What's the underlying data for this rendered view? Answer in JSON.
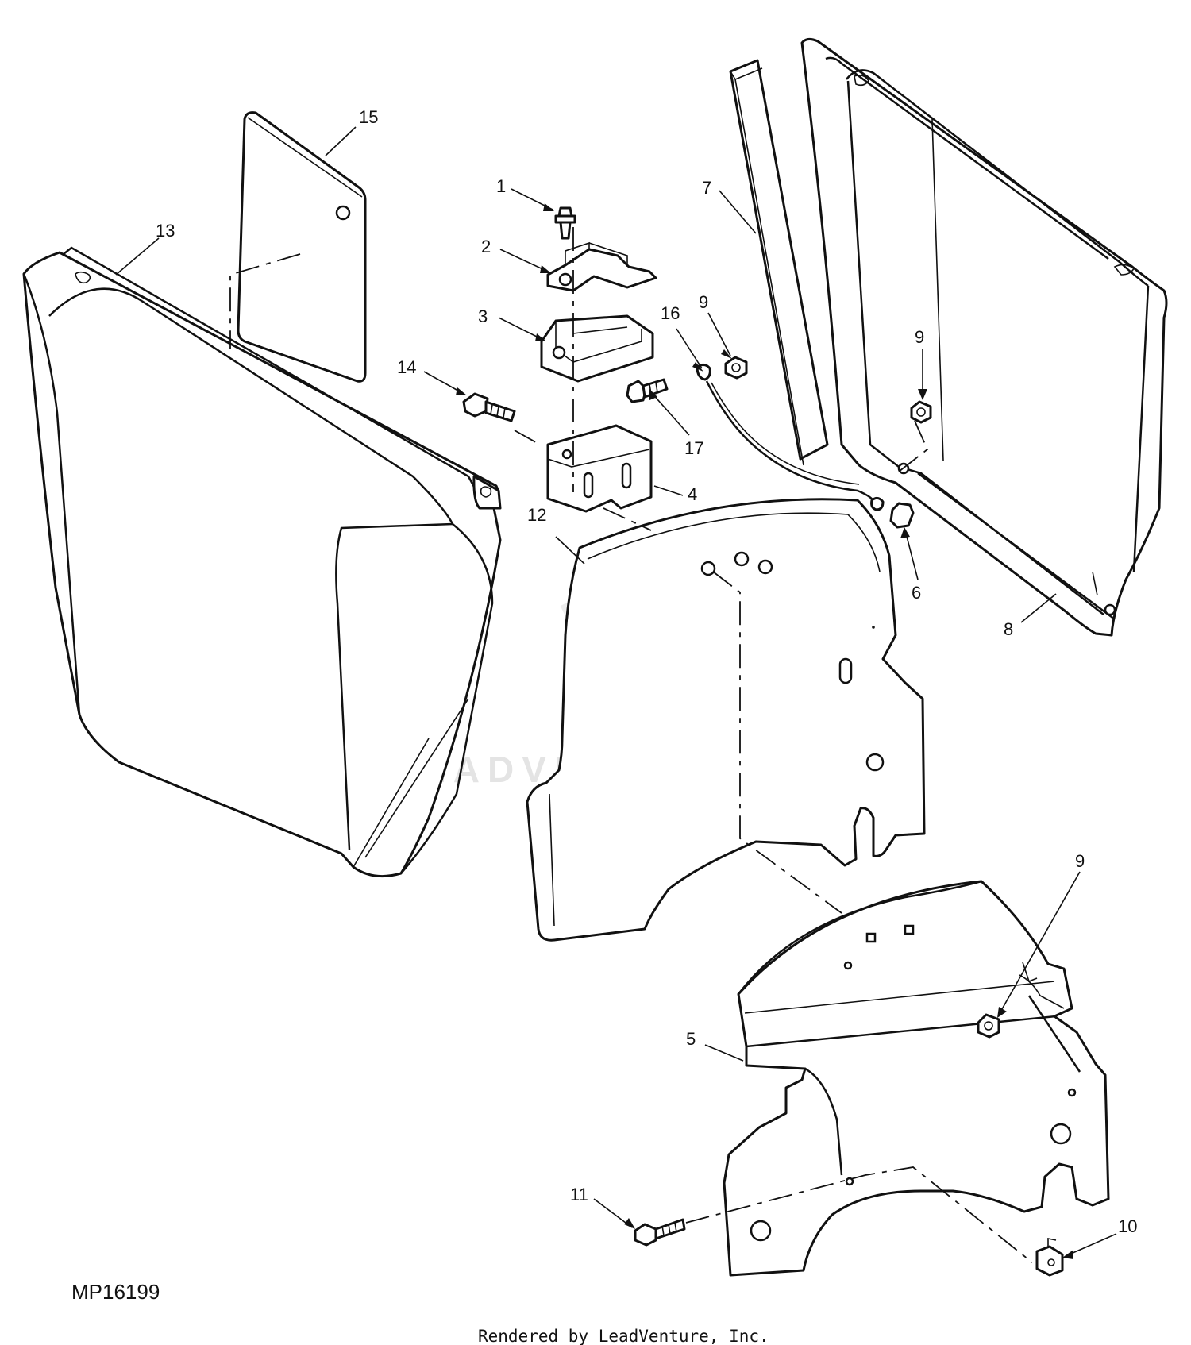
{
  "diagram": {
    "callouts": {
      "c1": "1",
      "c2": "2",
      "c3": "3",
      "c4": "4",
      "c5": "5",
      "c6": "6",
      "c7": "7",
      "c8": "8",
      "c9a": "9",
      "c9b": "9",
      "c9c": "9",
      "c10": "10",
      "c11": "11",
      "c12": "12",
      "c13": "13",
      "c14": "14",
      "c15": "15",
      "c16": "16",
      "c17": "17"
    },
    "figure_id": "MP16199",
    "watermark": "LEADVENTURE",
    "credit": "Rendered by LeadVenture, Inc."
  }
}
